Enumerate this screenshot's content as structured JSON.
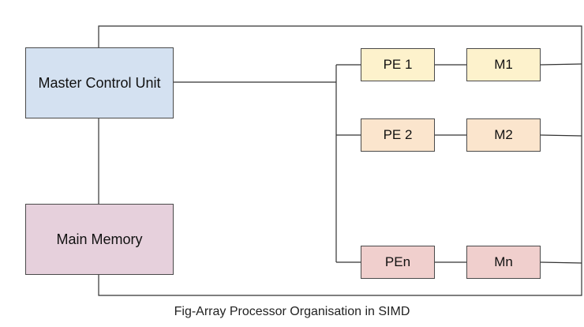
{
  "diagram": {
    "caption": "Fig-Array Processor Organisation in SIMD",
    "nodes": {
      "master_control_unit": "Master Control Unit",
      "main_memory": "Main Memory",
      "pe1": "PE 1",
      "m1": "M1",
      "pe2": "PE 2",
      "m2": "M2",
      "pen": "PEn",
      "mn": "Mn"
    },
    "colors": {
      "master_control_unit": "#d4e1f1",
      "main_memory": "#e6d0dc",
      "row1": "#fdf2cc",
      "row2": "#fbe5cd",
      "rown": "#f0cfcd"
    }
  }
}
